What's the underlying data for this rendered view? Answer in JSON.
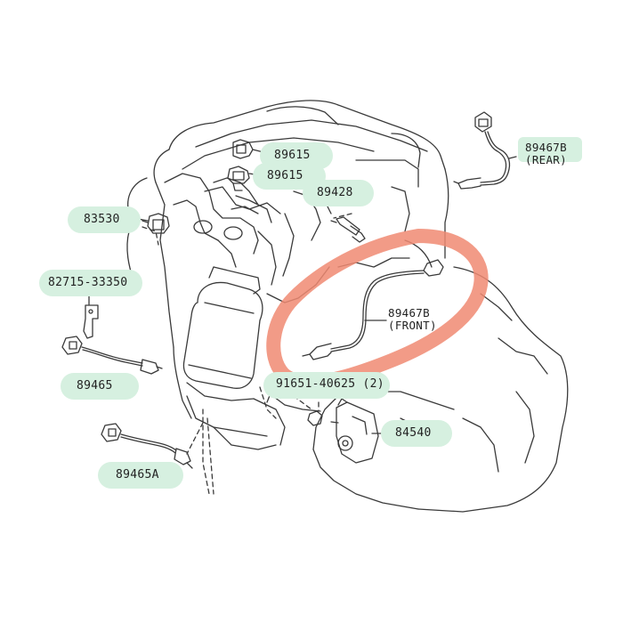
{
  "colors": {
    "label_bg": "#d6f0e0",
    "line": "#3a3a3a",
    "highlight": "#f08a72"
  },
  "labels": {
    "p89615_top": "89615",
    "p89615_bottom": "89615",
    "p89428": "89428",
    "p83530": "83530",
    "p82715": "82715-33350",
    "p89465": "89465",
    "p89465a": "89465A",
    "p89467b_rear_num": "89467B",
    "p89467b_rear_sub": "(REAR)",
    "p89467b_front_num": "89467B",
    "p89467b_front_sub": "(FRONT)",
    "p91651": "91651-40625 (2)",
    "p84540": "84540"
  },
  "highlight": {
    "target": "89467B (FRONT)"
  }
}
